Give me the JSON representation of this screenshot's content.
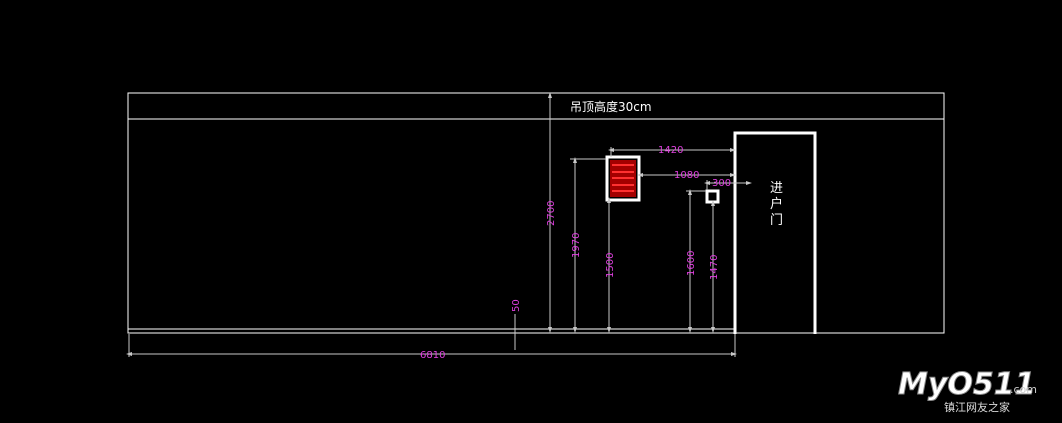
{
  "ceiling_label": "吊顶高度30cm",
  "door_label": "进户门",
  "dimensions": {
    "d1420": "1420",
    "d1080": "1080",
    "d300": "300",
    "d2700": "2700",
    "d1970": "1970",
    "d1500": "1500",
    "d1600": "1600",
    "d1470": "1470",
    "d50": "50",
    "d6810": "6810"
  },
  "watermark": {
    "brand": "MyO511",
    "suffix": ".com",
    "tagline": "镇江网友之家"
  },
  "colors": {
    "background": "#000000",
    "line": "#ffffff",
    "dimension_text": "#e040e0",
    "dimension_line": "#c8c8c8",
    "panel_red": "#e00000"
  }
}
